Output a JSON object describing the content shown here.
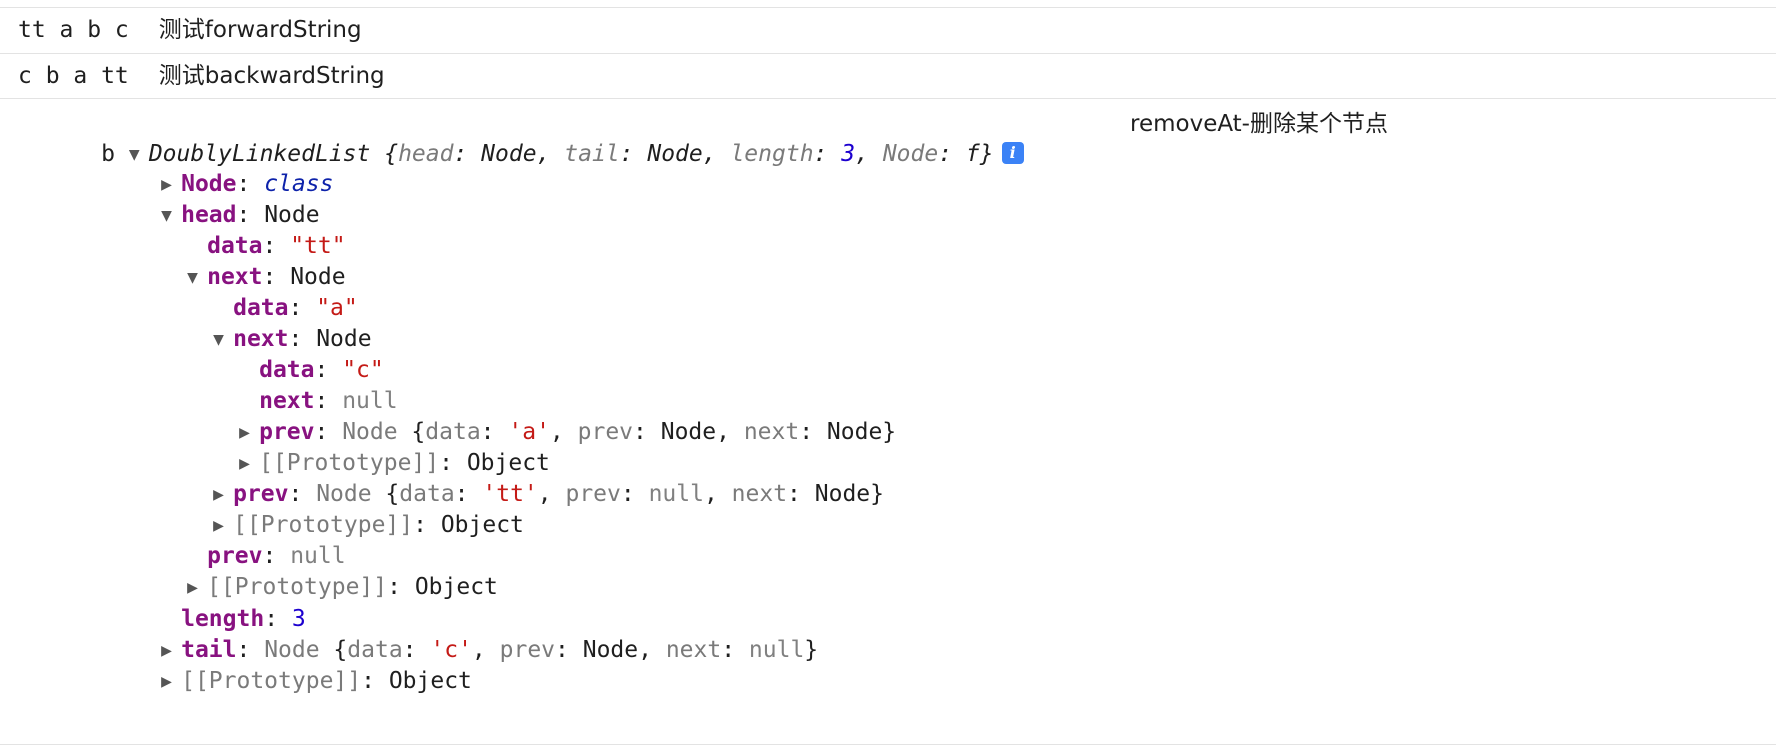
{
  "messages": [
    {
      "values": "tt a b c",
      "label": "测试forwardString"
    },
    {
      "values": "c b a tt",
      "label": "测试backwardString"
    }
  ],
  "log": {
    "prefix": "b",
    "label": "removeAt-删除某个节点",
    "summary": {
      "class_name": "DoublyLinkedList",
      "open": " {",
      "head_key": "head",
      "head_val": "Node",
      "tail_key": "tail",
      "tail_val": "Node",
      "length_key": "length",
      "length_val": "3",
      "node_key": "Node",
      "node_val": "f",
      "close": "}"
    },
    "info_icon": "i"
  },
  "tree": {
    "node_class": {
      "key": "Node",
      "val": "class"
    },
    "head": {
      "key": "head",
      "val": "Node"
    },
    "head_data": {
      "key": "data",
      "val": "\"tt\""
    },
    "head_next": {
      "key": "next",
      "val": "Node"
    },
    "n2_data": {
      "key": "data",
      "val": "\"a\""
    },
    "n2_next": {
      "key": "next",
      "val": "Node"
    },
    "n3_data": {
      "key": "data",
      "val": "\"c\""
    },
    "n3_next": {
      "key": "next",
      "val": "null"
    },
    "n3_prev": {
      "key": "prev",
      "type": "Node",
      "data_key": "data",
      "data_val": "'a'",
      "prev_key": "prev",
      "prev_val": "Node",
      "next_key": "next",
      "next_val": "Node"
    },
    "n3_proto": {
      "key": "[[Prototype]]",
      "val": "Object"
    },
    "n2_prev": {
      "key": "prev",
      "type": "Node",
      "data_key": "data",
      "data_val": "'tt'",
      "prev_key": "prev",
      "prev_val": "null",
      "next_key": "next",
      "next_val": "Node"
    },
    "n2_proto": {
      "key": "[[Prototype]]",
      "val": "Object"
    },
    "head_prev": {
      "key": "prev",
      "val": "null"
    },
    "head_proto": {
      "key": "[[Prototype]]",
      "val": "Object"
    },
    "length": {
      "key": "length",
      "val": "3"
    },
    "tail": {
      "key": "tail",
      "type": "Node",
      "data_key": "data",
      "data_val": "'c'",
      "prev_key": "prev",
      "prev_val": "Node",
      "next_key": "next",
      "next_val": "null"
    },
    "root_proto": {
      "key": "[[Prototype]]",
      "val": "Object"
    }
  }
}
